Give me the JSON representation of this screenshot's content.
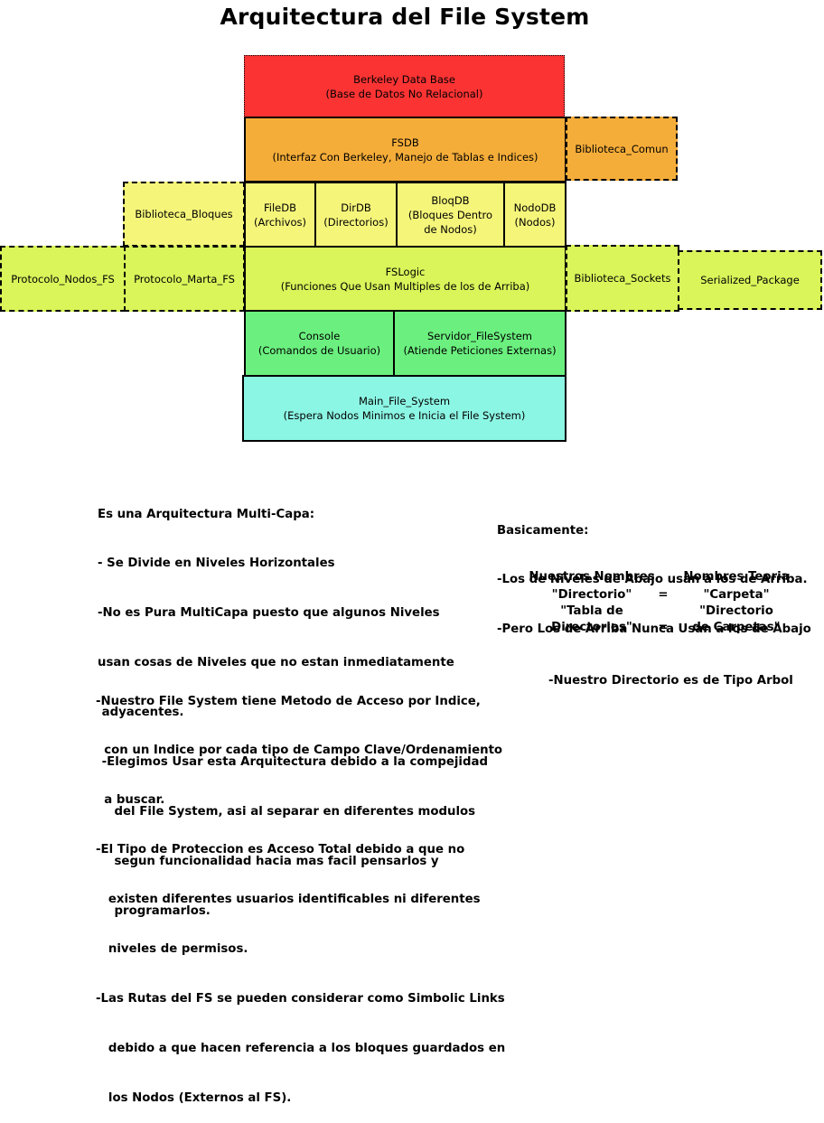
{
  "title": "Arquitectura del File System",
  "colors": {
    "red": "#fc3333",
    "orange": "#f5ad39",
    "light_yellow": "#f5f57a",
    "lime": "#d9f55a",
    "green": "#6bf07f",
    "cyan": "#8cf6e4"
  },
  "boxes": {
    "berkeley": {
      "line1": "Berkeley Data Base",
      "line2": "(Base de Datos No Relacional)"
    },
    "fsdb": {
      "line1": "FSDB",
      "line2": "(Interfaz Con Berkeley, Manejo de Tablas e Indices)"
    },
    "biblioteca_comun": {
      "line1": "Biblioteca_Comun"
    },
    "biblioteca_bloques": {
      "line1": "Biblioteca_Bloques"
    },
    "filedb": {
      "line1": "FileDB",
      "line2": "(Archivos)"
    },
    "dirdb": {
      "line1": "DirDB",
      "line2": "(Directorios)"
    },
    "bloqdb": {
      "line1": "BloqDB",
      "line2": "(Bloques Dentro",
      "line3": "de Nodos)"
    },
    "nododb": {
      "line1": "NodoDB",
      "line2": "(Nodos)"
    },
    "protocolo_nodos": {
      "line1": "Protocolo_Nodos_FS"
    },
    "protocolo_marta": {
      "line1": "Protocolo_Marta_FS"
    },
    "fslogic": {
      "line1": "FSLogic",
      "line2": "(Funciones Que Usan Multiples de los de Arriba)"
    },
    "biblioteca_sockets": {
      "line1": "Biblioteca_Sockets"
    },
    "serialized_package": {
      "line1": "Serialized_Package"
    },
    "console": {
      "line1": "Console",
      "line2": "(Comandos de Usuario)"
    },
    "servidor": {
      "line1": "Servidor_FileSystem",
      "line2": "(Atiende Peticiones Externas)"
    },
    "main": {
      "line1": "Main_File_System",
      "line2": "(Espera Nodos Minimos e Inicia el File System)"
    }
  },
  "notes": {
    "left_block_1": [
      "Es una Arquitectura Multi-Capa:",
      "- Se Divide en Niveles Horizontales",
      "-No es Pura MultiCapa puesto que algunos Niveles",
      "usan cosas de Niveles que no estan inmediatamente",
      " adyacentes.",
      " -Elegimos Usar esta Arquitectura debido a la compejidad",
      "    del File System, asi al separar en diferentes modulos",
      "    segun funcionalidad hacia mas facil pensarlos y",
      "    programarlos."
    ],
    "left_block_2": [
      "-Nuestro File System tiene Metodo de Acceso por Indice,",
      "  con un Indice por cada tipo de Campo Clave/Ordenamiento",
      "  a buscar.",
      "-El Tipo de Proteccion es Acceso Total debido a que no",
      "   existen diferentes usuarios identificables ni diferentes",
      "   niveles de permisos.",
      "-Las Rutas del FS se pueden considerar como Simbolic Links",
      "   debido a que hacen referencia a los bloques guardados en",
      "   los Nodos (Externos al FS)."
    ],
    "right_block": [
      "Basicamente:",
      "-Los de Niveles de Abajo usan a los de Arriba.",
      "-Pero Los de Arriba Nunca Usan a los de Abajo"
    ],
    "names_table": {
      "left_header": "Nuestros Nombres",
      "right_header": "Nombres Teoria",
      "row1_left": "\"Directorio\"",
      "row1_eq": "=",
      "row1_right": "\"Carpeta\"",
      "row2_left_a": "\"Tabla de",
      "row2_left_b": "Directorios\"",
      "row2_eq": "=",
      "row2_right_a": "\"Directorio",
      "row2_right_b": "de Carpetas\""
    },
    "tree_note": "-Nuestro Directorio es de Tipo Arbol"
  }
}
